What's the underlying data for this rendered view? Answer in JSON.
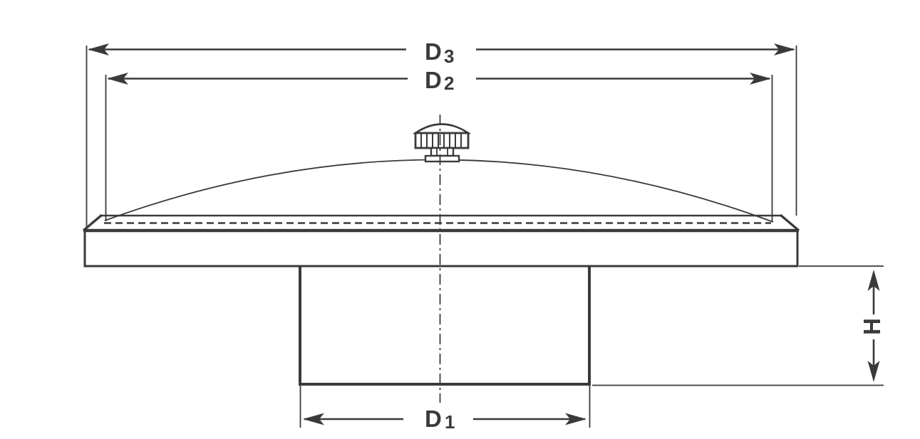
{
  "colors": {
    "line": "#3a3a3c",
    "background": "#ffffff"
  },
  "labels": {
    "d3": {
      "letter": "D",
      "subscript": "3"
    },
    "d2": {
      "letter": "D",
      "subscript": "2"
    },
    "d1": {
      "letter": "D",
      "subscript": "1"
    },
    "h": {
      "letter": "H"
    }
  }
}
